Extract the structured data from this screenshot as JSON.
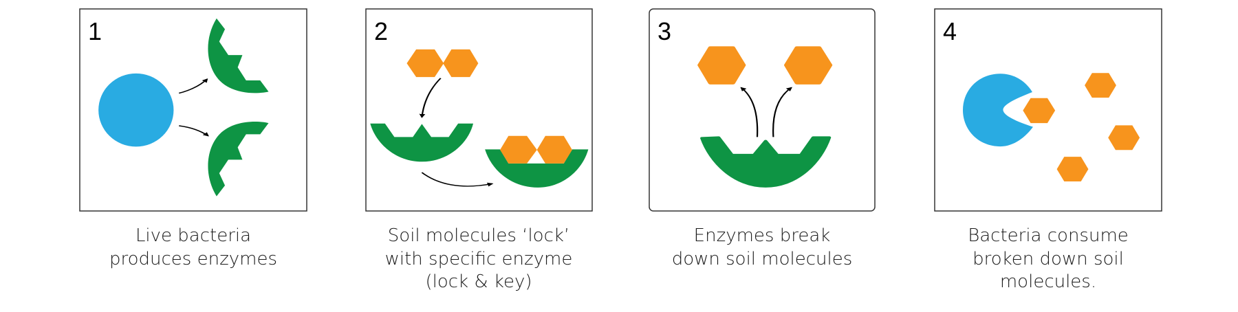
{
  "colors": {
    "bacteria": "#29abe2",
    "enzyme": "#0e9444",
    "molecule": "#f7941d",
    "outline": "#333333"
  },
  "panels": [
    {
      "number": "1",
      "caption": [
        "Live bacteria",
        "produces enzymes"
      ]
    },
    {
      "number": "2",
      "caption": [
        "Soil molecules ‘lock’",
        "with specific enzyme",
        "(lock & key)"
      ]
    },
    {
      "number": "3",
      "caption": [
        "Enzymes break",
        "down soil molecules"
      ]
    },
    {
      "number": "4",
      "caption": [
        "Bacteria consume",
        "broken down soil",
        "molecules."
      ]
    }
  ]
}
